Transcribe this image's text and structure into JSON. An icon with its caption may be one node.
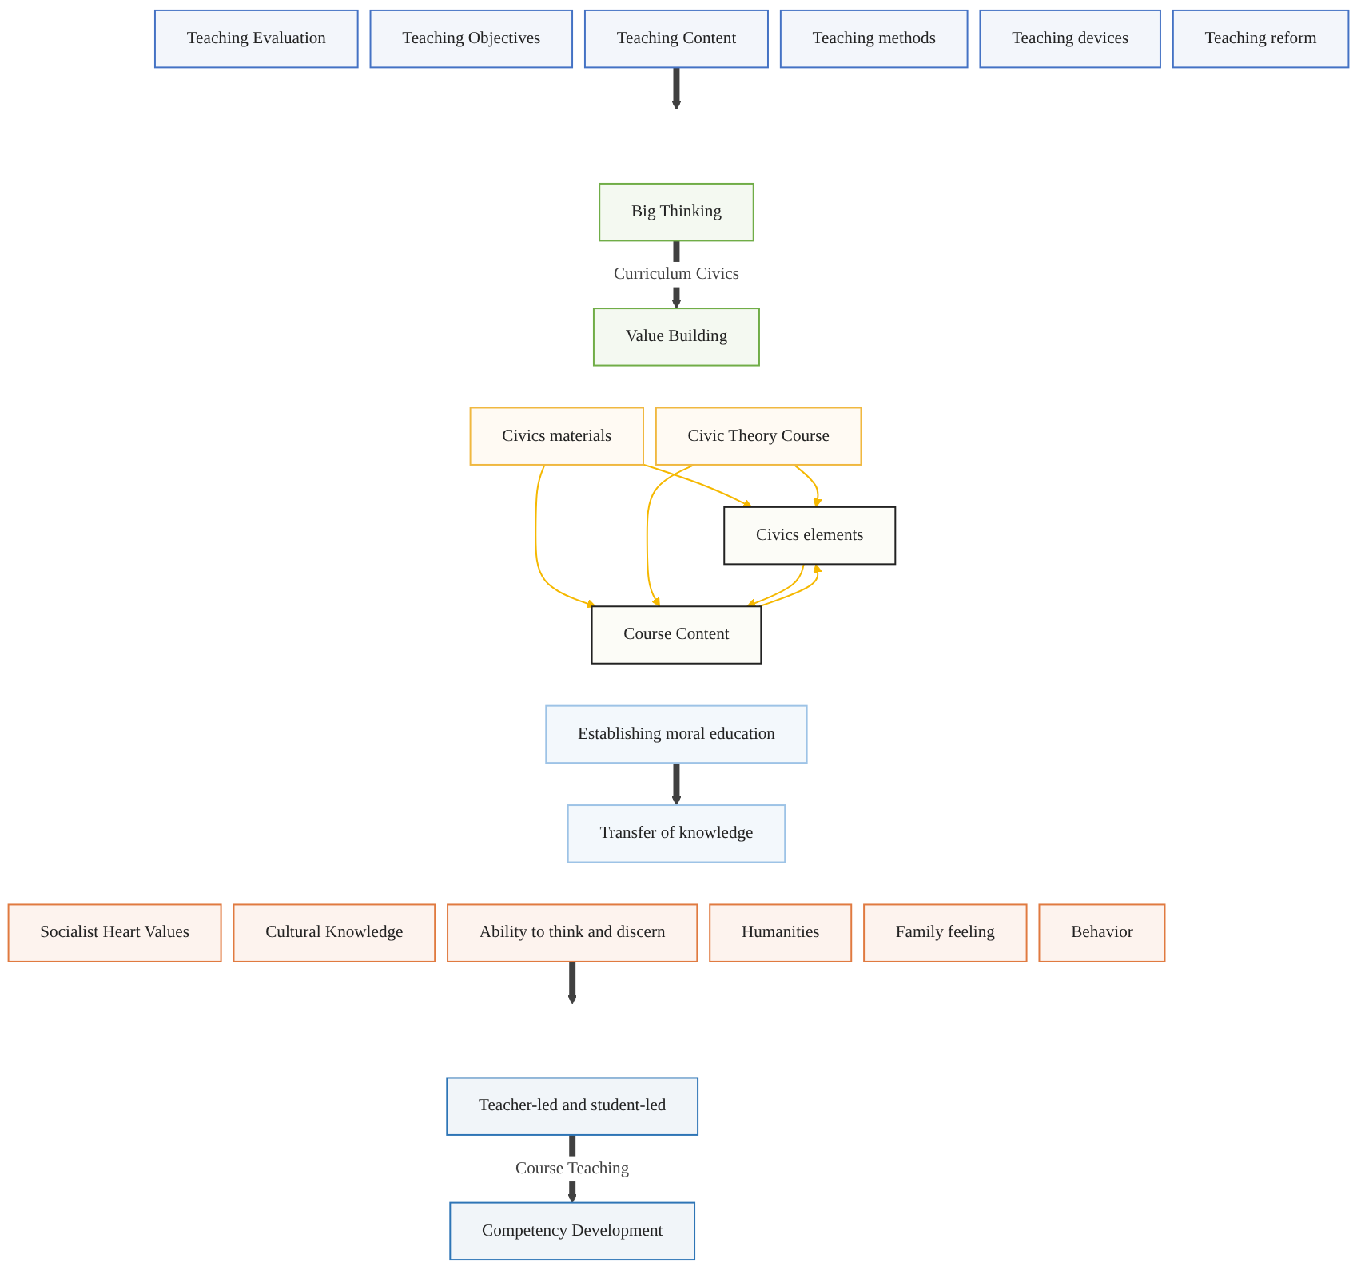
{
  "diagram": {
    "nodes": [
      {
        "text": [
          "Teaching Evaluation"
        ]
      },
      {
        "text": [
          "Teaching Objectives"
        ]
      },
      {
        "text": [
          "Teaching Content"
        ]
      },
      {
        "text": [
          "Teaching methods"
        ]
      },
      {
        "text": [
          "Teaching devices"
        ]
      },
      {
        "text": [
          "Teaching reform"
        ]
      },
      {
        "text": [
          "Big Thinking"
        ]
      },
      {
        "text": [
          "Value Building"
        ]
      },
      {
        "text": [
          "Civics elements"
        ]
      },
      {
        "text": [
          "Civics materials"
        ]
      },
      {
        "text": [
          "Civic Theory Course"
        ]
      },
      {
        "text": [
          "Course Content"
        ]
      },
      {
        "text": [
          "Establishing moral education"
        ]
      },
      {
        "text": [
          "Transfer of knowledge"
        ]
      },
      {
        "text": [
          "Socialist Heart Values"
        ]
      },
      {
        "text": [
          "Cultural Knowledge"
        ]
      },
      {
        "text": [
          "Ability to think and discern"
        ]
      },
      {
        "text": [
          "Humanities"
        ]
      },
      {
        "text": [
          "Family feeling"
        ]
      },
      {
        "text": [
          "Behavior"
        ]
      },
      {
        "text": [
          "Teacher-led and student-led"
        ]
      },
      {
        "text": [
          "Competency Development"
        ]
      }
    ],
    "edges": [
      {
        "from": 2,
        "to": null,
        "arrow": "to",
        "style": "thick",
        "color": "#404040"
      },
      {
        "from": 6,
        "to": 7,
        "arrow": "to",
        "label": "Curriculum Civics",
        "style": "thick",
        "color": "#404040"
      },
      {
        "from": 9,
        "to": 8,
        "arrow": "to"
      },
      {
        "from": 9,
        "to": 11,
        "arrow": "to"
      },
      {
        "from": 10,
        "to": 8,
        "arrow": "to"
      },
      {
        "from": 10,
        "to": 11,
        "arrow": "to"
      },
      {
        "from": 8,
        "to": 11,
        "arrow": "to"
      },
      {
        "from": 11,
        "to": 8,
        "arrow": "to"
      },
      {
        "from": 12,
        "to": 13,
        "arrow": "to",
        "style": "thick",
        "color": "#404040"
      },
      {
        "from": 16,
        "to": null,
        "arrow": "to",
        "style": "thick",
        "color": "#404040"
      },
      {
        "from": 20,
        "to": 21,
        "arrow": "to",
        "label": "Course Teaching",
        "style": "thick",
        "color": "#404040"
      }
    ]
  }
}
